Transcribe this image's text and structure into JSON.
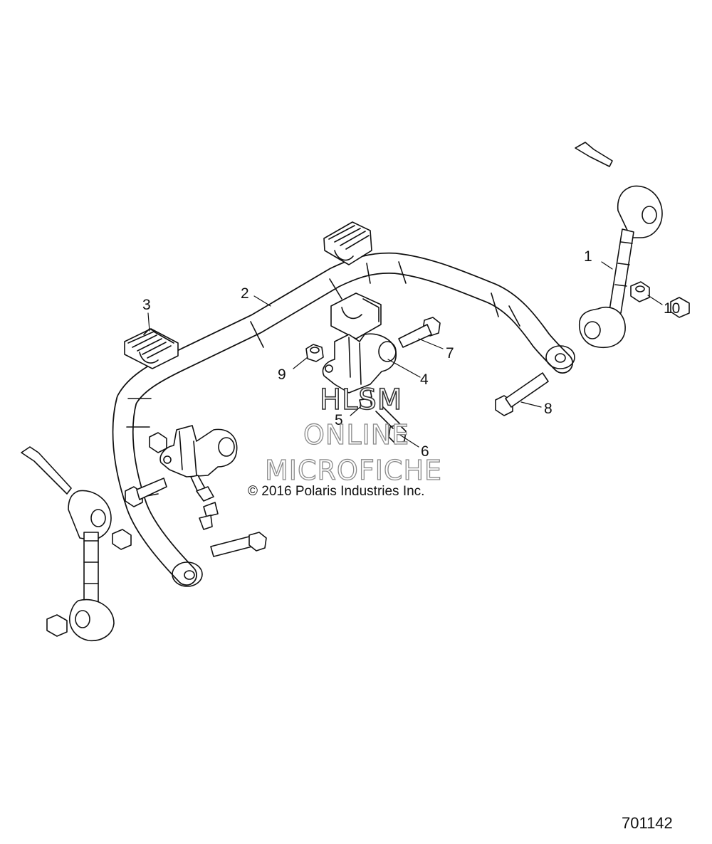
{
  "callouts": {
    "c1": "1",
    "c2": "2",
    "c3": "3",
    "c4": "4",
    "c5": "5",
    "c6": "6",
    "c7": "7",
    "c8": "8",
    "c9": "9",
    "c10": "10"
  },
  "watermark": {
    "line1": "HLSM",
    "line2": "ONLINE",
    "line3": "MICROFICHE"
  },
  "copyright": "© 2016 Polaris Industries Inc.",
  "diagram_id": "701142"
}
